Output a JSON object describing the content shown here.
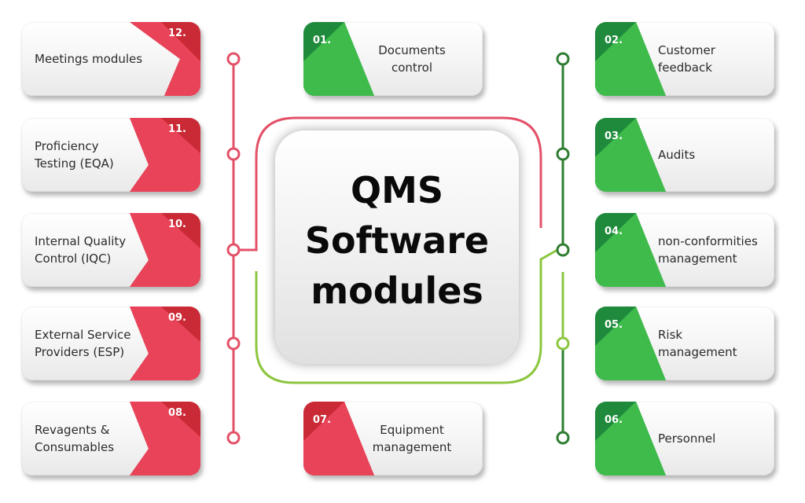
{
  "center": {
    "title": "QMS\nSoftware\nmodules"
  },
  "colors": {
    "red": "#e84359",
    "red_dark": "#c92a36",
    "green": "#3fbb4c",
    "green_dark": "#1f8a3c",
    "line_red": "#e35168",
    "line_green_dark": "#2e7d32",
    "line_green_light": "#8cc63f"
  },
  "modules": [
    {
      "num": "01.",
      "label": "Documents\ncontrol",
      "color": "green"
    },
    {
      "num": "02.",
      "label": "Customer\nfeedback",
      "color": "green"
    },
    {
      "num": "03.",
      "label": "Audits",
      "color": "green"
    },
    {
      "num": "04.",
      "label": "non-conformities\nmanagement",
      "color": "green"
    },
    {
      "num": "05.",
      "label": "Risk\nmanagement",
      "color": "green"
    },
    {
      "num": "06.",
      "label": "Personnel",
      "color": "green"
    },
    {
      "num": "07.",
      "label": "Equipment\nmanagement",
      "color": "red"
    },
    {
      "num": "08.",
      "label": "Revagents &\nConsumables",
      "color": "red"
    },
    {
      "num": "09.",
      "label": "External Service\nProviders (ESP)",
      "color": "red"
    },
    {
      "num": "10.",
      "label": "Internal Quality\nControl (IQC)",
      "color": "red"
    },
    {
      "num": "11.",
      "label": "Proficiency\nTesting (EQA)",
      "color": "red"
    },
    {
      "num": "12.",
      "label": "Meetings modules",
      "color": "red"
    }
  ]
}
